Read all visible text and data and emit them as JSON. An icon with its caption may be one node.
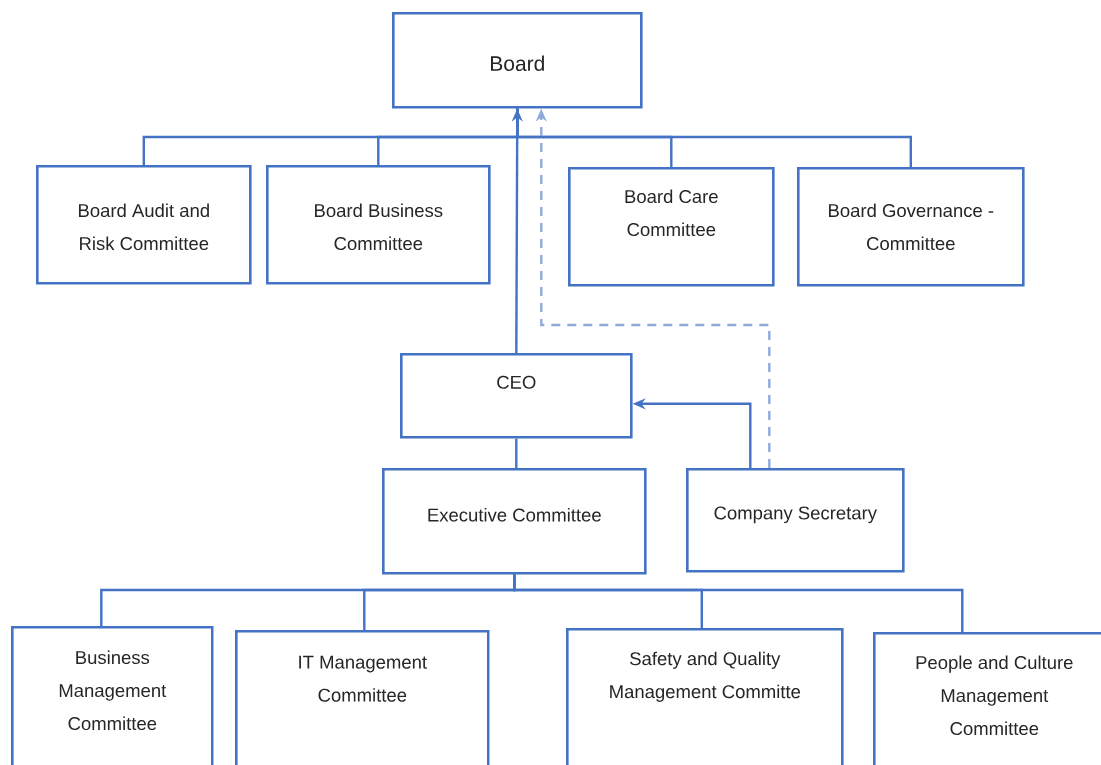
{
  "diagram": {
    "nodes": [
      {
        "text": [
          "Board"
        ]
      },
      {
        "text": [
          "Board Audit and Risk Committee"
        ]
      },
      {
        "text": [
          "Board Business Committee"
        ]
      },
      {
        "text": [
          "Board Care Committee"
        ]
      },
      {
        "text": [
          "Board Governance - Committee"
        ]
      },
      {
        "text": [
          "CEO"
        ]
      },
      {
        "text": [
          "Executive Committee"
        ]
      },
      {
        "text": [
          "Company Secretary"
        ]
      },
      {
        "text": [
          "Business Management Committee"
        ]
      },
      {
        "text": [
          "IT Management Committee"
        ]
      },
      {
        "text": [
          "Safety and Quality Management Committe"
        ]
      },
      {
        "text": [
          "People and Culture Management Committee"
        ]
      }
    ],
    "edges": [
      {
        "from": 1,
        "to": 0,
        "arrow": "none"
      },
      {
        "from": 2,
        "to": 0,
        "arrow": "none"
      },
      {
        "from": 3,
        "to": 0,
        "arrow": "none"
      },
      {
        "from": 4,
        "to": 0,
        "arrow": "none"
      },
      {
        "from": 5,
        "to": 0,
        "arrow": "to"
      },
      {
        "from": 7,
        "to": 0,
        "arrow": "to",
        "style": "dashed",
        "color": "#8eaadb"
      },
      {
        "from": 7,
        "to": 5,
        "arrow": "to"
      },
      {
        "from": 5,
        "to": 6,
        "arrow": "none"
      },
      {
        "from": 6,
        "to": 8,
        "arrow": "none"
      },
      {
        "from": 6,
        "to": 9,
        "arrow": "none"
      },
      {
        "from": 6,
        "to": 10,
        "arrow": "none"
      },
      {
        "from": 6,
        "to": 11,
        "arrow": "none"
      }
    ]
  }
}
